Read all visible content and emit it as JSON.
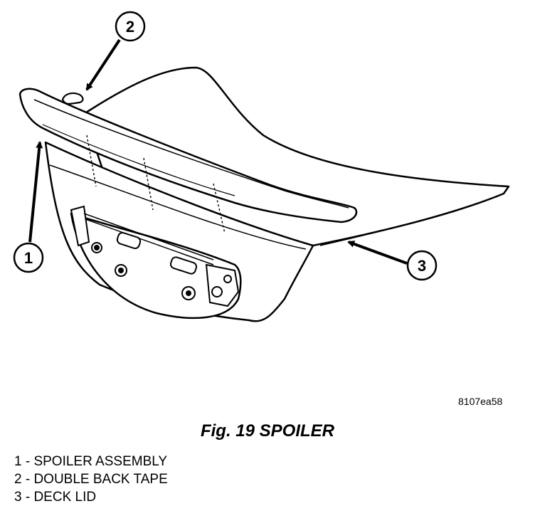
{
  "figure": {
    "reference_code": "8107ea58",
    "caption": "Fig. 19 SPOILER",
    "callouts": [
      "1",
      "2",
      "3"
    ],
    "legend": [
      "1 - SPOILER ASSEMBLY",
      "2 - DOUBLE BACK TAPE",
      "3 - DECK LID"
    ]
  }
}
